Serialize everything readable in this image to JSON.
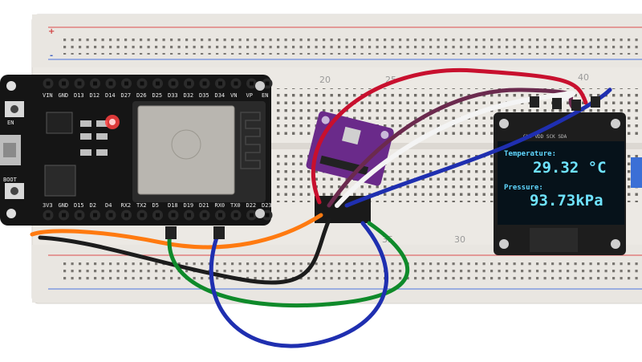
{
  "esp32": {
    "top_pins": [
      "VIN",
      "GND",
      "D13",
      "D12",
      "D14",
      "D27",
      "D26",
      "D25",
      "D33",
      "D32",
      "D35",
      "D34",
      "VN",
      "VP",
      "EN"
    ],
    "bottom_pins": [
      "3V3",
      "GND",
      "D15",
      "D2",
      "D4",
      "RX2",
      "TX2",
      "D5",
      "D18",
      "D19",
      "D21",
      "RX0",
      "TX0",
      "D22",
      "D23"
    ],
    "en_label": "EN",
    "boot_label": "BOOT"
  },
  "breadboard": {
    "column_numbers": [
      "20",
      "25",
      "40",
      "30",
      "35"
    ],
    "rail_plus": "+",
    "rail_minus": "-"
  },
  "oled": {
    "pin_labels": "GND VDD SCK SDA",
    "temperature_label": "Temperature:",
    "temperature_value": "29.32 °C",
    "pressure_label": "Pressure:",
    "pressure_value": "93.73kPa"
  },
  "colors": {
    "oled_text": "#6fe3ff",
    "wire_red": "#c8102e",
    "wire_blue": "#1f2fb0",
    "wire_green": "#0f8a2a",
    "wire_orange": "#ff7a10",
    "wire_purple": "#6b2a4e",
    "sensor_board": "#6a2a8a"
  }
}
